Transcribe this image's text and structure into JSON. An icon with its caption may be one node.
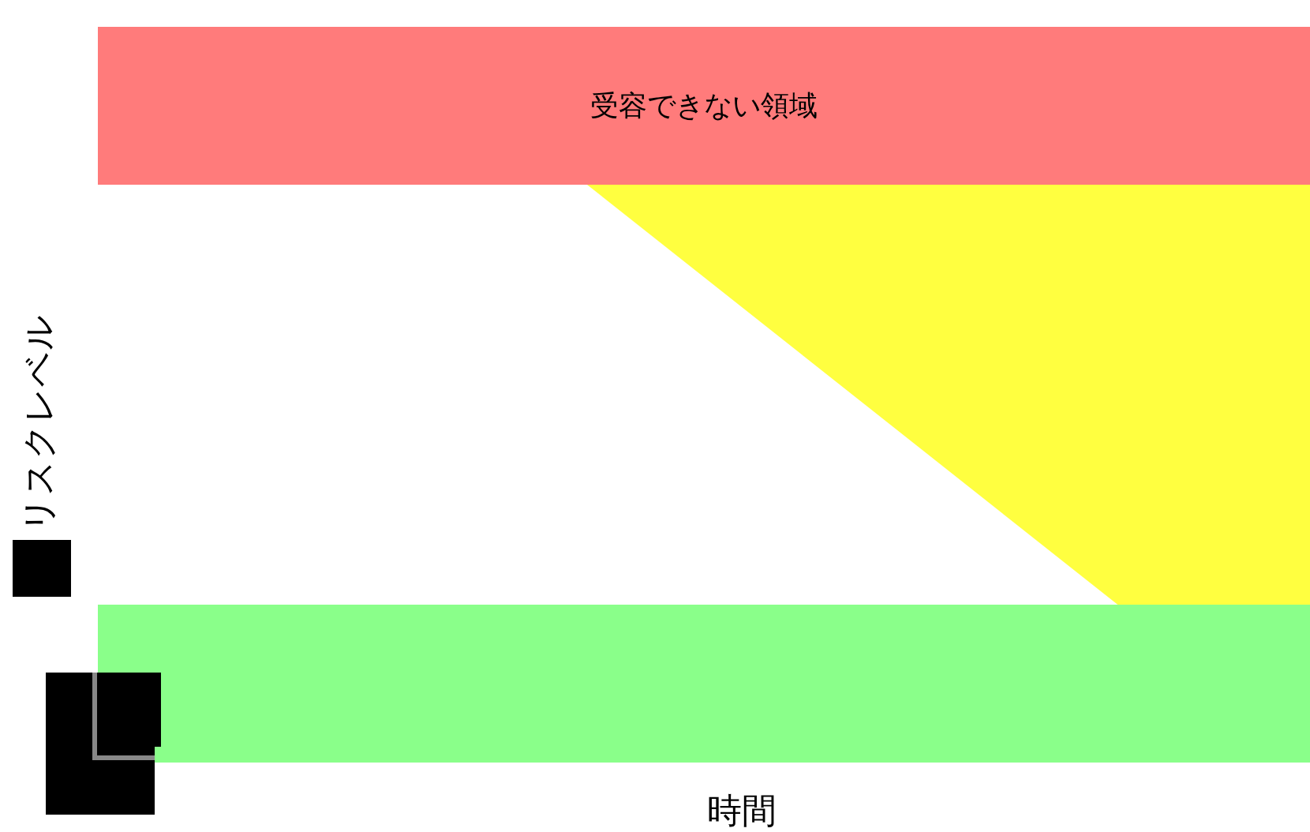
{
  "diagram": {
    "nodes": [
      {
        "text": [
          "受容できない領域"
        ]
      },
      {
        "text": [],
        "shape": "triangle"
      },
      {
        "text": [],
        "shape": "bar"
      }
    ],
    "labels": [
      "リスクレベル",
      "時間"
    ]
  }
}
